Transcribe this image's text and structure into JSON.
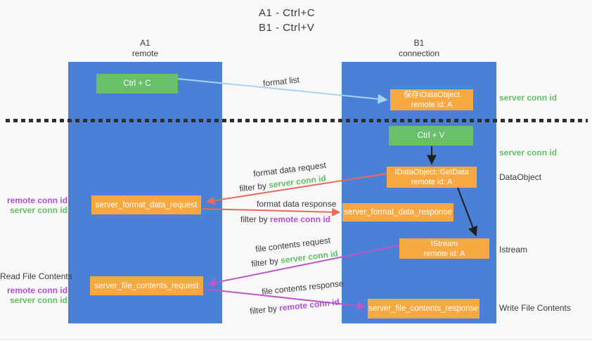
{
  "title": {
    "line1": "A1 - Ctrl+C",
    "line2": "B1 - Ctrl+V"
  },
  "columns": {
    "a1": {
      "name": "A1",
      "subtitle": "remote"
    },
    "b1": {
      "name": "B1",
      "subtitle": "connection"
    }
  },
  "boxes": {
    "ctrl_c": "Ctrl + C",
    "ctrl_v": "Ctrl + V",
    "save_idataobject": {
      "line1": "保存IDataObject",
      "line2": "remote id: A"
    },
    "getdata": {
      "line1": "IDataObject::GetData",
      "line2": "remote id: A"
    },
    "istream": {
      "line1": "IStream",
      "line2": "remote id: A"
    },
    "format_request": "server_format_data_request",
    "format_response": "server_format_data_response",
    "file_request": "server_file_contents_request",
    "file_response": "server_file_contents_response"
  },
  "arrows": {
    "format_list": "format list",
    "format_data_request": {
      "label": "format data request",
      "filter_prefix": "filter by",
      "filter_key": "server conn id"
    },
    "format_data_response": {
      "label": "format data response",
      "filter_prefix": "filter by",
      "filter_key": "remote conn id"
    },
    "file_contents_request": {
      "label": "file contents request",
      "filter_prefix": "filter by",
      "filter_key": "server conn id"
    },
    "file_contents_response": {
      "label": "file contents response",
      "filter_prefix": "filter by",
      "filter_key": "remote conn id"
    }
  },
  "side_labels": {
    "right_server_conn_top": "server conn id",
    "right_server_conn_mid": "server conn id",
    "dataobject": "DataObject",
    "istream": "Istream",
    "write_file_contents": "Write File Contents",
    "left_top_remote": "remote conn id",
    "left_top_server": "server conn id",
    "read_file_contents": "Read File Contents",
    "left_bottom_remote": "remote conn id",
    "left_bottom_server": "server conn id"
  },
  "colors": {
    "bg": "#f8f8f8",
    "blue": "#4a80d5",
    "green": "#6abf6b",
    "orange": "#f7a841",
    "greentext": "#63bf66",
    "purpletext": "#b14fd1",
    "red": "#e8695e",
    "magenta": "#bf57c6",
    "lightblue": "#a9d3f2",
    "ink": "#3a3a3a"
  }
}
